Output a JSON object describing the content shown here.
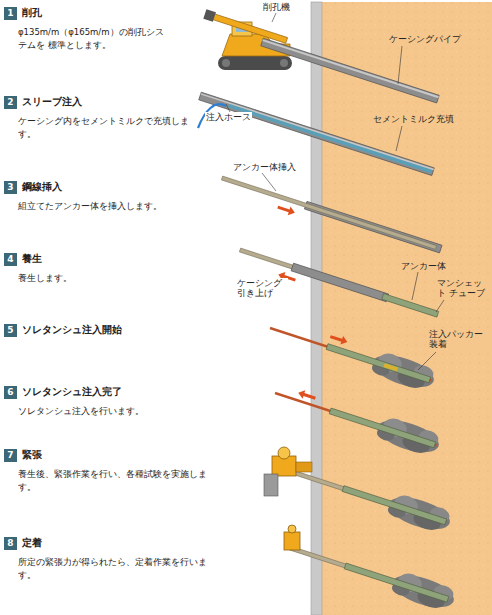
{
  "diagram": {
    "nodes": [
      {
        "text": [
          "1",
          "削孔",
          "φ135m/m（φ165m/m）の削孔システムを 標準とします。"
        ]
      },
      {
        "text": [
          "2",
          "スリーブ注入",
          "ケーシング内をセメントミルクで充填します。"
        ]
      },
      {
        "text": [
          "3",
          "鋼線挿入",
          "組立てたアンカー体を挿入します。"
        ]
      },
      {
        "text": [
          "4",
          "養生",
          "養生します。"
        ]
      },
      {
        "text": [
          "5",
          "ソレタンシュ注入開始"
        ]
      },
      {
        "text": [
          "6",
          "ソレタンシュ注入完了",
          "ソレタンシュ注入を行います。"
        ]
      },
      {
        "text": [
          "7",
          "緊張",
          "養生後、緊張作業を行い、各種試験を実施します。"
        ]
      },
      {
        "text": [
          "8",
          "定着",
          "所定の緊張力が得られたら、定着作業を行います。"
        ]
      }
    ],
    "labels": [
      "削孔機",
      "ケーシングパイプ",
      "注入ホース",
      "セメントミルク充填",
      "アンカー体挿入",
      "アンカー体",
      "ケーシング 引き上げ",
      "マンシェット チューブ",
      "注入パッカー 装着"
    ]
  }
}
